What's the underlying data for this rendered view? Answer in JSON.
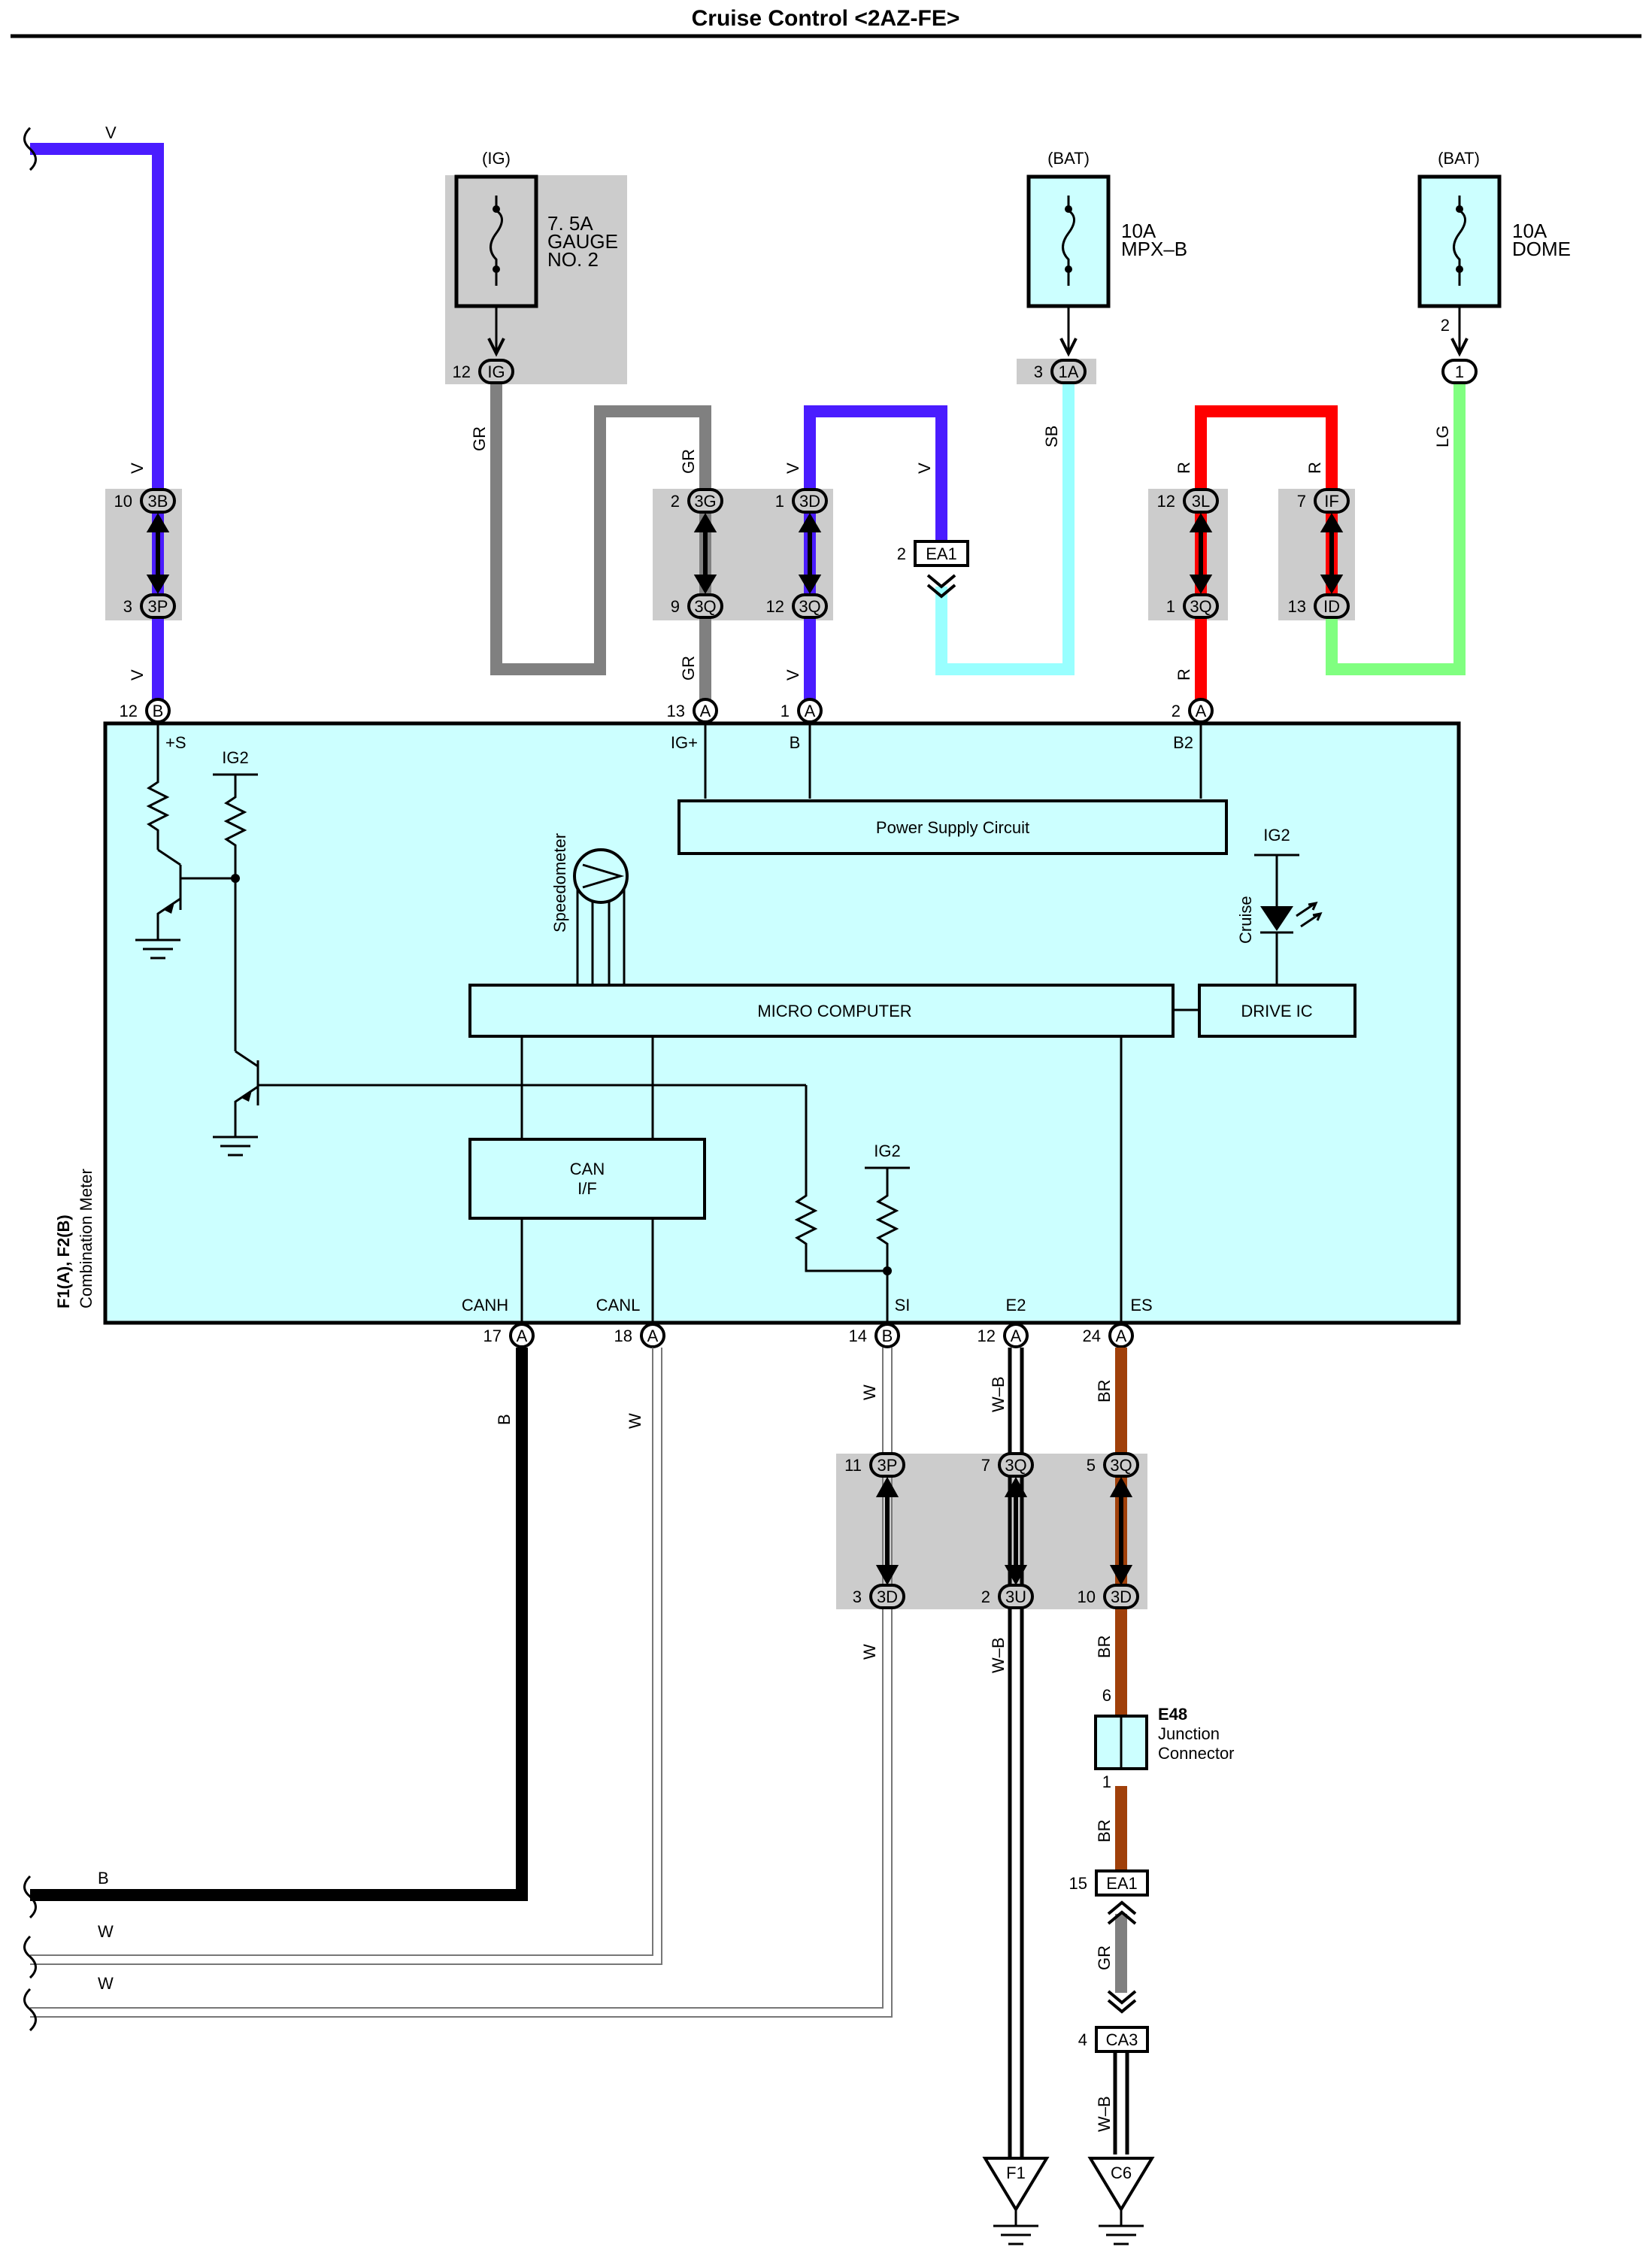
{
  "title": "Cruise Control <2AZ-FE>",
  "colors": {
    "V": "#4a1cff",
    "GR": "#808080",
    "SB": "#99ffff",
    "R": "#ff0000",
    "LG": "#80ff80",
    "B": "#000000",
    "W": "#9a9a9a",
    "W-B": "#000000",
    "BR": "#a0400a",
    "meter_fill": "#ccffff",
    "shade": "#cccccc"
  },
  "fuses": {
    "gauge": {
      "source": "(IG)",
      "rating": "7. 5A",
      "name1": "GAUGE",
      "name2": "NO. 2"
    },
    "mpx": {
      "source": "(BAT)",
      "rating": "10A",
      "name1": "MPX–B"
    },
    "dome": {
      "source": "(BAT)",
      "rating": "10A",
      "name1": "DOME"
    }
  },
  "wire_labels": {
    "v": "V",
    "gr": "GR",
    "sb": "SB",
    "r": "R",
    "lg": "LG",
    "b": "B",
    "w": "W",
    "wb": "W–B",
    "br": "BR"
  },
  "connectors": {
    "c3B": {
      "pin": "10",
      "name": "3B"
    },
    "c3P_top": {
      "pin": "3",
      "name": "3P"
    },
    "cIG": {
      "pin": "12",
      "name": "IG"
    },
    "c3G": {
      "pin": "2",
      "name": "3G"
    },
    "c3Q_a": {
      "pin": "9",
      "name": "3Q"
    },
    "c3D_top": {
      "pin": "1",
      "name": "3D"
    },
    "c3Q_b": {
      "pin": "12",
      "name": "3Q"
    },
    "cEA1_top": {
      "pin": "2",
      "name": "EA1"
    },
    "c1A": {
      "pin": "3",
      "name": "1A"
    },
    "c3L": {
      "pin": "12",
      "name": "3L"
    },
    "c3Q_c": {
      "pin": "1",
      "name": "3Q"
    },
    "cIF": {
      "pin": "7",
      "name": "IF"
    },
    "cID": {
      "pin": "13",
      "name": "ID"
    },
    "c1": {
      "pin": "2",
      "name": "1"
    },
    "c3P_bot": {
      "pin": "11",
      "name": "3P"
    },
    "c3D_bot1": {
      "pin": "3",
      "name": "3D"
    },
    "c3Q_d": {
      "pin": "7",
      "name": "3Q"
    },
    "c3U": {
      "pin": "2",
      "name": "3U"
    },
    "c3Q_e": {
      "pin": "5",
      "name": "3Q"
    },
    "c3D_bot2": {
      "pin": "10",
      "name": "3D"
    },
    "cEA1_bot": {
      "pin": "15",
      "name": "EA1"
    },
    "cCA3": {
      "pin": "4",
      "name": "CA3"
    }
  },
  "meter_pins": {
    "top": [
      {
        "pin": "12",
        "conn": "B",
        "signal": "+S"
      },
      {
        "pin": "13",
        "conn": "A",
        "signal": "IG+"
      },
      {
        "pin": "1",
        "conn": "A",
        "signal": "B"
      },
      {
        "pin": "2",
        "conn": "A",
        "signal": "B2"
      }
    ],
    "bottom": [
      {
        "pin": "17",
        "conn": "A",
        "signal": "CANH"
      },
      {
        "pin": "18",
        "conn": "A",
        "signal": "CANL"
      },
      {
        "pin": "14",
        "conn": "B",
        "signal": "SI"
      },
      {
        "pin": "12",
        "conn": "A",
        "signal": "E2"
      },
      {
        "pin": "24",
        "conn": "A",
        "signal": "ES"
      }
    ]
  },
  "meter": {
    "id": "F1(A), F2(B)",
    "name": "Combination Meter",
    "power_supply": "Power Supply Circuit",
    "micro": "MICRO COMPUTER",
    "drive_ic": "DRIVE IC",
    "can1": "CAN",
    "can2": "I/F",
    "speedometer": "Speedometer",
    "cruise": "Cruise",
    "ig2": "IG2"
  },
  "junction": {
    "id": "E48",
    "name1": "Junction",
    "name2": "Connector",
    "pin_top": "6",
    "pin_bot": "1"
  },
  "grounds": {
    "g1": "F1",
    "g2": "C6"
  }
}
